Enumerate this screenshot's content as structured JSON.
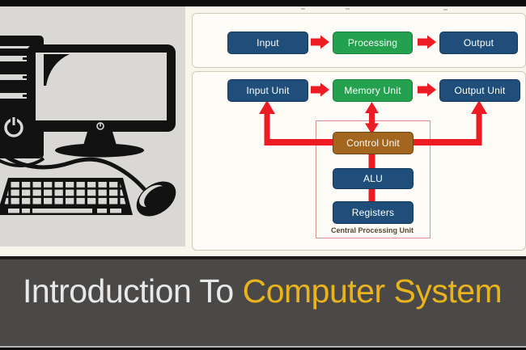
{
  "colors": {
    "navy": "#1e4e79",
    "green": "#23a14e",
    "red": "#ed1c24",
    "brown": "#a2661e",
    "gold": "#e9b31d",
    "banner_bg": "#4a4947",
    "cream_bg": "#f8f6ea",
    "left_panel_bg": "#d9d8d5",
    "cpu_outline": "#dc9090"
  },
  "io_flow": {
    "input": "Input",
    "processing": "Processing",
    "output": "Output"
  },
  "architecture": {
    "input_unit": "Input Unit",
    "memory_unit": "Memory Unit",
    "output_unit": "Output Unit",
    "control_unit": "Control Unit",
    "alu": "ALU",
    "registers": "Registers",
    "cpu_caption": "Central Processing Unit"
  },
  "banner": {
    "title_white": "Introduction To ",
    "title_gold": "Computer System"
  },
  "watermark": {
    "text": "· · · · · · · · · · · · · ·"
  }
}
